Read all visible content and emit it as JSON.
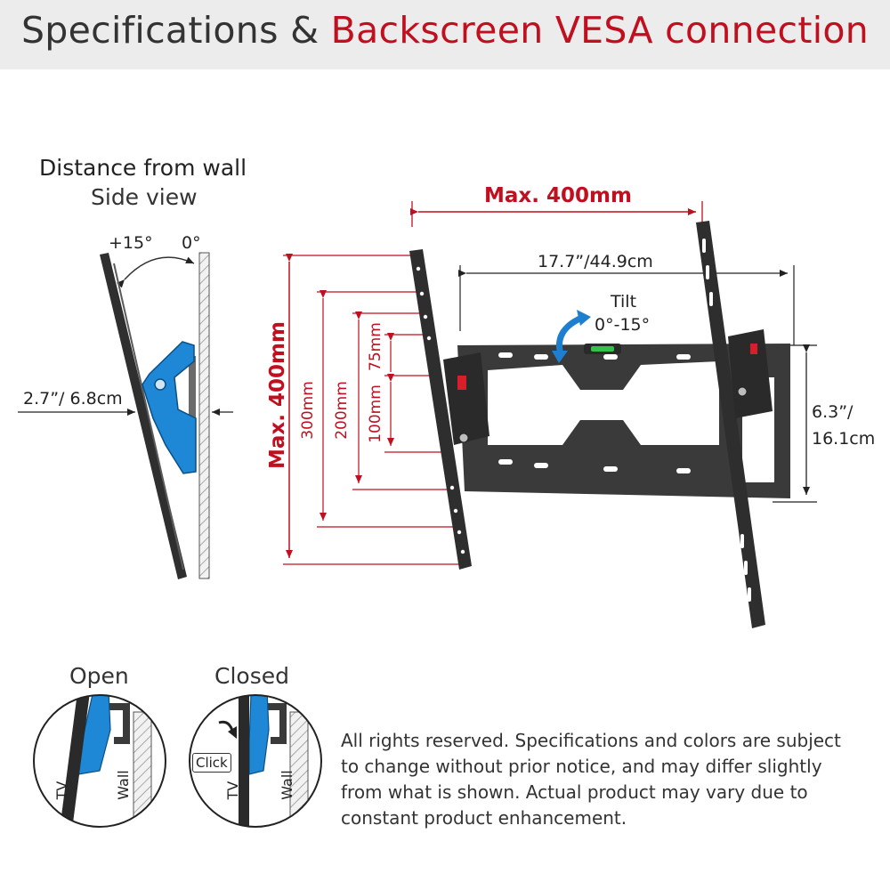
{
  "header": {
    "title_part1": "Specifications & ",
    "title_part2": "Backscreen VESA connection"
  },
  "side_view": {
    "title": "Distance from wall",
    "subtitle": "Side view",
    "angle_tilt": "+15°",
    "angle_zero": "0°",
    "depth": "2.7”/ 6.8cm"
  },
  "front_view": {
    "max_width": "Max. 400mm",
    "max_height": "Max. 400mm",
    "width_dimension": "17.7”/44.9cm",
    "height_dimension_line1": "6.3”/",
    "height_dimension_line2": "16.1cm",
    "tilt_label": "Tilt",
    "tilt_range": "0°-15°",
    "vesa_heights": [
      "300mm",
      "200mm",
      "100mm",
      "75mm"
    ]
  },
  "lock_detail": {
    "open_label": "Open",
    "closed_label": "Closed",
    "tv_label": "TV",
    "wall_label": "Wall",
    "click_label": "Click"
  },
  "disclaimer": {
    "line1": "All rights reserved. Specifications and colors are subject",
    "line2": "to change without prior notice, and may differ slightly",
    "line3": "from what is shown. Actual product may vary due to",
    "line4": "constant product enhancement."
  },
  "colors": {
    "accent_red": "#c00f1e",
    "bracket_dark": "#3a3a3a",
    "accent_blue": "#1e88d6",
    "header_bg": "#ececec"
  }
}
